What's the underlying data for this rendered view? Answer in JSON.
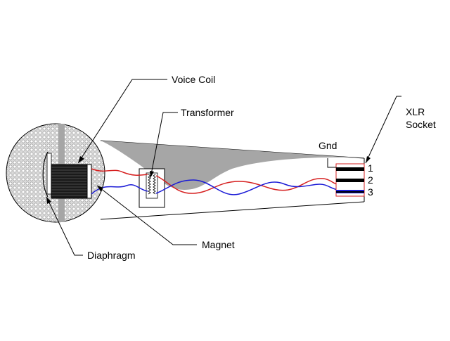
{
  "diagram": {
    "title": "Dynamic microphone cross-section",
    "labels": {
      "voice_coil": "Voice Coil",
      "transformer": "Transformer",
      "magnet": "Magnet",
      "diaphragm": "Diaphragm",
      "gnd": "Gnd",
      "xlr_line1": "XLR",
      "xlr_line2": "Socket"
    },
    "pins": [
      "1",
      "2",
      "3"
    ],
    "colors": {
      "wire_red": "#d62020",
      "wire_blue": "#1a1ad6",
      "shield_gray": "#a6a6a6",
      "grille_gray": "#c8c8c8",
      "coil_dark": "#1a1a1a"
    }
  }
}
